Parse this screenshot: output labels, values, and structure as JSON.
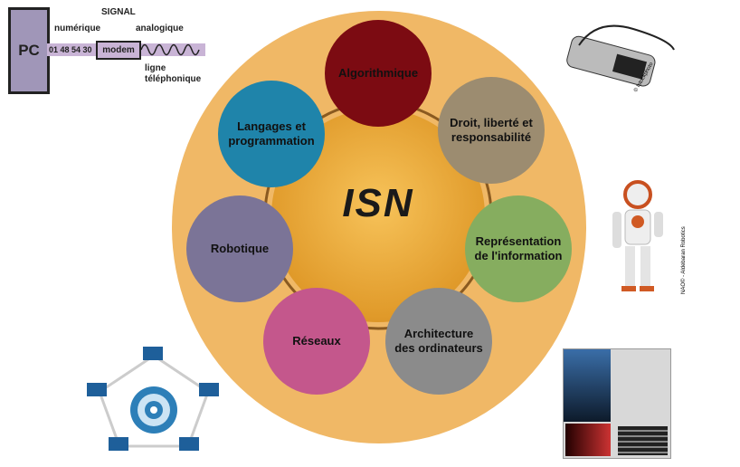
{
  "center": {
    "title": "ISN"
  },
  "nodes": [
    {
      "label": "Algorithmique",
      "color": "#7c0b12"
    },
    {
      "label": "Droit, liberté et responsabilité",
      "color": "#9c8c70"
    },
    {
      "label": "Représentation de l'information",
      "color": "#86ad5f"
    },
    {
      "label": "Architecture des ordinateurs",
      "color": "#8b8b8b"
    },
    {
      "label": "Réseaux",
      "color": "#c4578c"
    },
    {
      "label": "Robotique",
      "color": "#7b7497"
    },
    {
      "label": "Langages et programmation",
      "color": "#1f84aa"
    }
  ],
  "modem": {
    "pc": "PC",
    "signal": "SIGNAL",
    "numerique": "numérique",
    "analogique": "analogique",
    "digits": "01 48 54 30",
    "modem": "modem",
    "ligne": "ligne téléphonique"
  },
  "phone": {
    "credit": "© Istockphoto"
  },
  "robot": {
    "credit": "NAO© - Aldebaran Robotics"
  }
}
